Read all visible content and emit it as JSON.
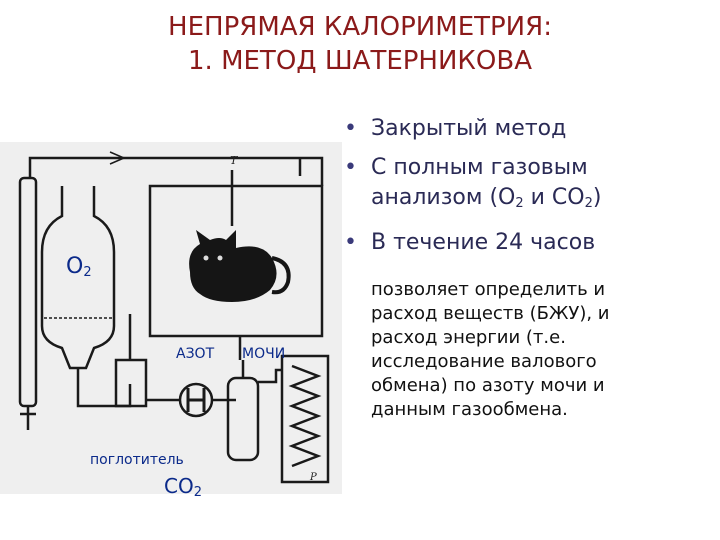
{
  "title": {
    "line1": "НЕПРЯМАЯ КАЛОРИМЕТРИЯ:",
    "line2": "1. МЕТОД ШАТЕРНИКОВА"
  },
  "bullets": {
    "b1": "Закрытый метод",
    "b2_line1": "С полным газовым",
    "b2_line2_pre": "анализом (О",
    "b2_sub1": "2",
    "b2_mid": " и СО",
    "b2_sub2": "2",
    "b2_post": ")",
    "b3": "В течение 24 часов"
  },
  "description": {
    "line1": "позволяет определить   и",
    "line2": "расход веществ (БЖУ),  и",
    "line3": "расход энергии (т.е.",
    "line4": "исследование валового",
    "line5": "обмена)    по азоту мочи и",
    "line6": "данным газообмена."
  },
  "diagram_labels": {
    "o2": "О",
    "o2_sub": "2",
    "nitrogen": "АЗОТ",
    "urine": "МОЧИ",
    "absorber": "поглотитель",
    "co2": "СО",
    "co2_sub": "2",
    "t_mark": "Т",
    "p_mark": "Р"
  },
  "colors": {
    "title": "#8b1a1a",
    "bullets": "#2a2a55",
    "labels": "#0b2a8a"
  }
}
